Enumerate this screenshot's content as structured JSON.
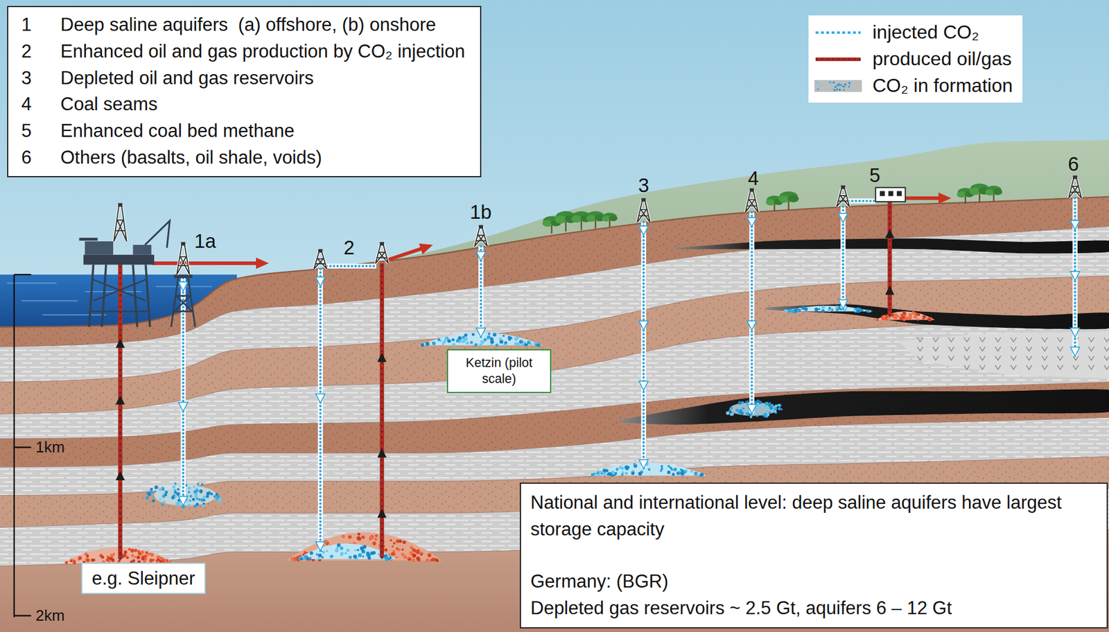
{
  "diagram": {
    "nodes": [
      {
        "text": [
          "1",
          "Deep saline aquifers  (a) offshore, (b) onshore",
          "2",
          "Enhanced oil and gas production by CO₂ injection",
          "3",
          "Depleted oil and gas reservoirs",
          "4",
          "Coal seams",
          "5",
          "Enhanced coal bed methane",
          "6",
          "Others (basalts, oil shale, voids)"
        ]
      },
      {
        "text": [
          "Ketzin (pilot scale)"
        ]
      },
      {
        "text": [
          "e.g. Sleipner"
        ]
      },
      {
        "text": [
          "National and international level: deep saline aquifers have largest storage capacity",
          "Germany: (BGR)",
          "Depleted gas reservoirs ~ 2.5 Gt, aquifers 6 – 12 Gt"
        ]
      }
    ],
    "labels": [
      "1a",
      "2",
      "1b",
      "3",
      "4",
      "5",
      "6",
      "1km",
      "2km"
    ],
    "legend": [
      {
        "text": "injected CO₂"
      },
      {
        "text": "produced oil/gas"
      },
      {
        "text": "CO₂ in formation"
      }
    ]
  }
}
